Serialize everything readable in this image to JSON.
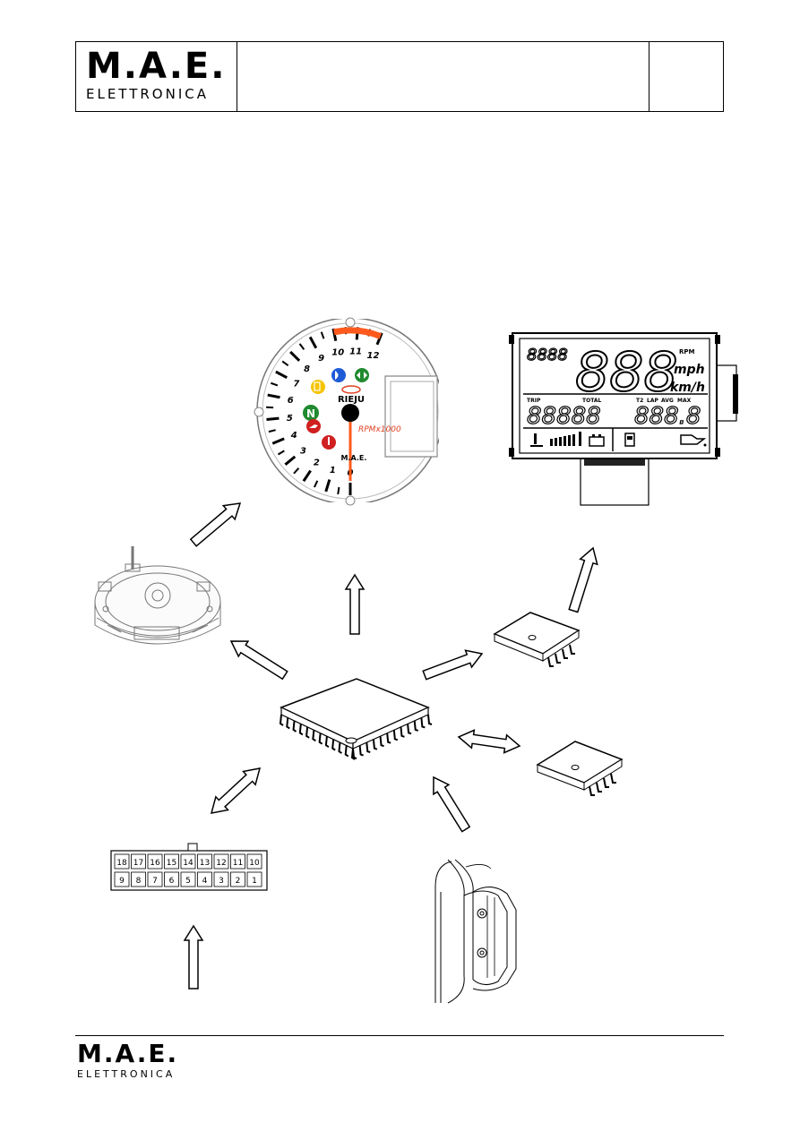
{
  "header": {
    "logo_main": "M.A.E.",
    "logo_sub": "ELETTRONICA"
  },
  "footer": {
    "logo_main": "M.A.E.",
    "logo_sub": "ELETTRONICA"
  },
  "tachometer": {
    "brand": "RIEJU",
    "rpm_label": "RPMx1000",
    "maker": "M.A.E.",
    "scale": [
      "0",
      "1",
      "2",
      "3",
      "4",
      "5",
      "6",
      "7",
      "8",
      "9",
      "10",
      "11",
      "12"
    ],
    "redline_color": "#ff5a1e",
    "indicator_colors": {
      "fuel": "#f5c400",
      "neutral": "#1f8a2e",
      "headlight": "#1d5bd6",
      "turn": "#1f8a2e",
      "oil": "#d02020",
      "temperature": "#d02020"
    },
    "icons": [
      "fuel-icon",
      "headlight-icon",
      "turn-signal-icon",
      "neutral-icon",
      "oil-icon",
      "temperature-icon"
    ]
  },
  "lcd": {
    "small_digits": "8888",
    "big_digits": "888",
    "unit_top_small": "RPM",
    "unit_mph": "mph",
    "unit_kmh": "km/h",
    "left_label": "TRIP",
    "total_label": "TOTAL",
    "right_labels": [
      "T2",
      "LAP",
      "AVG",
      "MAX"
    ],
    "odometer_digits": "88888",
    "right_digits": "888.8"
  },
  "connector": {
    "top_row": [
      "18",
      "17",
      "16",
      "15",
      "14",
      "13",
      "12",
      "11",
      "10"
    ],
    "bottom_row": [
      "9",
      "8",
      "7",
      "6",
      "5",
      "4",
      "3",
      "2",
      "1"
    ]
  }
}
